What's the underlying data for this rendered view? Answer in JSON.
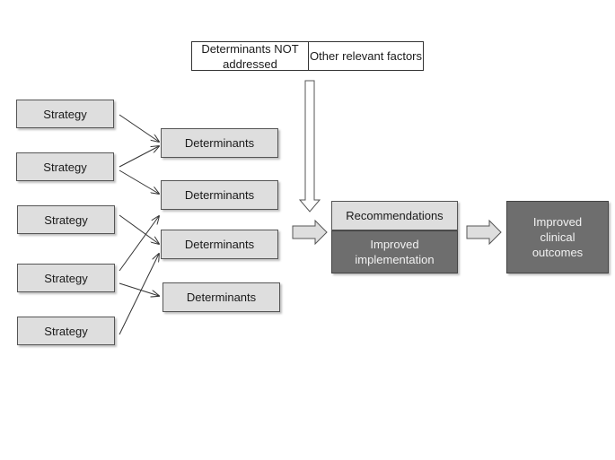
{
  "diagram": {
    "top_factors": {
      "not_addressed": "Determinants NOT addressed",
      "other": "Other relevant factors"
    },
    "strategies": [
      "Strategy",
      "Strategy",
      "Strategy",
      "Strategy",
      "Strategy"
    ],
    "determinants": [
      "Determinants",
      "Determinants",
      "Determinants",
      "Determinants"
    ],
    "recommendations": "Recommendations",
    "improved_implementation": "Improved implementation",
    "improved_outcomes": "Improved clinical outcomes",
    "colors": {
      "light_box": "#dedede",
      "dark_box": "#6e6e6e",
      "line": "#333333"
    }
  }
}
